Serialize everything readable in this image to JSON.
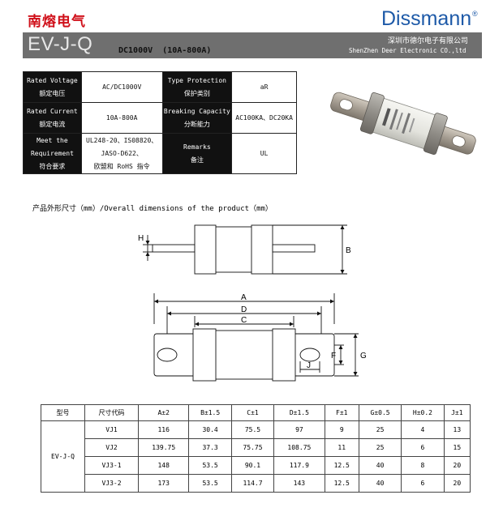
{
  "header": {
    "brand_cn": "南熔电气",
    "brand_en": "Dissmann",
    "registered": "®",
    "model": "EV-J-Q",
    "spec": "DC1000V  (10A-800A)",
    "company_cn": "深圳市德尔电子有限公司",
    "company_en": "ShenZhen Deer Electronic CO.,ltd"
  },
  "spec_table": {
    "rows": [
      {
        "h1": "Rated Voltage",
        "h1_cn": "额定电压",
        "v1": "AC/DC1000V",
        "h2": "Type Protection",
        "h2_cn": "保护类别",
        "v2": "aR"
      },
      {
        "h1": "Rated Current",
        "h1_cn": "额定电流",
        "v1": "10A-800A",
        "h2": "Breaking Capacity",
        "h2_cn": "分断能力",
        "v2": "AC100KA、DC20KA"
      },
      {
        "h1a": "Meet the",
        "h1b": "Requirement",
        "h1_cn": "符合要求",
        "v1a": "UL248-20、IS08820、",
        "v1b": "JASO-D622、",
        "v1c": "欧盟和 RoHS 指令",
        "h2": "Remarks",
        "h2_cn": "备注",
        "v2": "UL"
      }
    ]
  },
  "drawing": {
    "title": "产品外形尺寸（mm）/Overall dimensions of the product（mm）",
    "labels": {
      "H": "H",
      "B": "B",
      "A": "A",
      "D": "D",
      "C": "C",
      "F": "F",
      "G": "G",
      "J": "J"
    }
  },
  "dims_table": {
    "headers": [
      "型号",
      "尺寸代码",
      "A±2",
      "B±1.5",
      "C±1",
      "D±1.5",
      "F±1",
      "G±0.5",
      "H±0.2",
      "J±1"
    ],
    "model": "EV-J-Q",
    "rows": [
      [
        "VJ1",
        "116",
        "30.4",
        "75.5",
        "97",
        "9",
        "25",
        "4",
        "13"
      ],
      [
        "VJ2",
        "139.75",
        "37.3",
        "75.75",
        "108.75",
        "11",
        "25",
        "6",
        "15"
      ],
      [
        "VJ3-1",
        "148",
        "53.5",
        "90.1",
        "117.9",
        "12.5",
        "40",
        "8",
        "20"
      ],
      [
        "VJ3-2",
        "173",
        "53.5",
        "114.7",
        "143",
        "12.5",
        "40",
        "6",
        "20"
      ]
    ]
  },
  "colors": {
    "brand_red": "#d0101a",
    "brand_blue": "#1e5aa8",
    "bar_gray": "#6f6f6f"
  }
}
